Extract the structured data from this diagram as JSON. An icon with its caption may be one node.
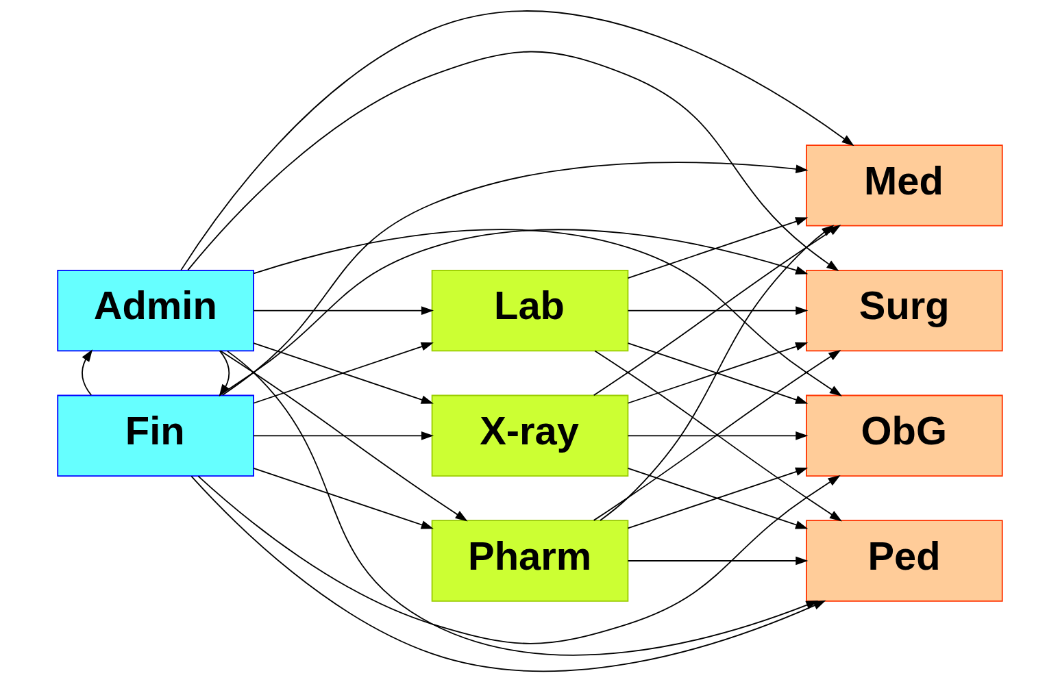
{
  "diagram": {
    "nodes": [
      {
        "text": [
          "Pharm"
        ]
      },
      {
        "text": [
          "Lab"
        ]
      },
      {
        "text": [
          "X-ray"
        ]
      },
      {
        "text": [
          "Med"
        ]
      },
      {
        "text": [
          "Surg"
        ]
      },
      {
        "text": [
          "ObG"
        ]
      },
      {
        "text": [
          "Ped"
        ]
      },
      {
        "text": [
          "Admin"
        ]
      },
      {
        "text": [
          "Fin"
        ]
      }
    ],
    "edges": [
      {
        "from": 0,
        "to": 3,
        "arrow": "to"
      },
      {
        "from": 0,
        "to": 4,
        "arrow": "to"
      },
      {
        "from": 0,
        "to": 5,
        "arrow": "to"
      },
      {
        "from": 0,
        "to": 6,
        "arrow": "to"
      },
      {
        "from": 1,
        "to": 3,
        "arrow": "to"
      },
      {
        "from": 1,
        "to": 4,
        "arrow": "to"
      },
      {
        "from": 1,
        "to": 5,
        "arrow": "to"
      },
      {
        "from": 1,
        "to": 6,
        "arrow": "to"
      },
      {
        "from": 2,
        "to": 3,
        "arrow": "to"
      },
      {
        "from": 2,
        "to": 4,
        "arrow": "to"
      },
      {
        "from": 2,
        "to": 5,
        "arrow": "to"
      },
      {
        "from": 2,
        "to": 6,
        "arrow": "to"
      },
      {
        "from": 7,
        "to": 3,
        "arrow": "to"
      },
      {
        "from": 7,
        "to": 4,
        "arrow": "to"
      },
      {
        "from": 7,
        "to": 5,
        "arrow": "to"
      },
      {
        "from": 7,
        "to": 6,
        "arrow": "to"
      },
      {
        "from": 8,
        "to": 3,
        "arrow": "to"
      },
      {
        "from": 8,
        "to": 4,
        "arrow": "to"
      },
      {
        "from": 8,
        "to": 5,
        "arrow": "to"
      },
      {
        "from": 8,
        "to": 6,
        "arrow": "to"
      },
      {
        "from": 7,
        "to": 0,
        "arrow": "to"
      },
      {
        "from": 7,
        "to": 1,
        "arrow": "to"
      },
      {
        "from": 7,
        "to": 2,
        "arrow": "to"
      },
      {
        "from": 7,
        "to": 8,
        "arrow": "to"
      },
      {
        "from": 8,
        "to": 7,
        "arrow": "to"
      },
      {
        "from": 8,
        "to": 0,
        "arrow": "to"
      },
      {
        "from": 8,
        "to": 1,
        "arrow": "to"
      },
      {
        "from": 8,
        "to": 2,
        "arrow": "to"
      }
    ]
  }
}
